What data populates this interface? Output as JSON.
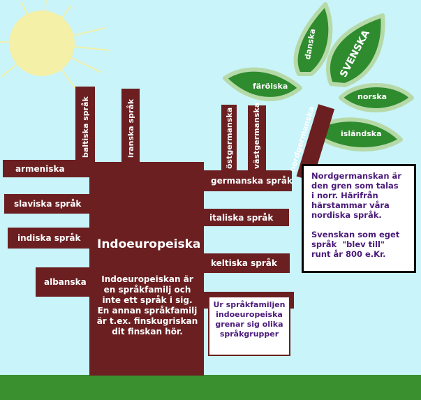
{
  "colors": {
    "sky": "#c8f4fa",
    "ground": "#3a8f2f",
    "tree": "#6b1f21",
    "leaf": "#2e8b2e",
    "sun": "#f4f0a8",
    "text_purple": "#4a1a7a"
  },
  "trunk": {
    "title": "Indoeuropeiska",
    "description": [
      "Indoeuropeiskan är",
      "en språkfamilj och",
      "inte ett språk i sig.",
      "En annan språkfamilj",
      "är t.ex. finskugriskan",
      "dit finskan hör."
    ]
  },
  "branches_left": [
    "armeniska",
    "slaviska språk",
    "indiska språk",
    "albanska"
  ],
  "branches_top": [
    "baltiska språk",
    "iranska språk"
  ],
  "branches_right": [
    "germanska språk",
    "italiska språk",
    "keltiska språk"
  ],
  "germanic_branches": [
    "östgermanska",
    "västgermanska",
    "nordgermanska"
  ],
  "leaves": [
    "danska",
    "SVENSKA",
    "färöiska",
    "norska",
    "isländska"
  ],
  "info_box": {
    "paragraph1": [
      "Nordgermanskan är",
      "den gren som talas",
      "i norr. Härifrån",
      "härstammar våra",
      "nordiska språk."
    ],
    "paragraph2": [
      "Svenskan som eget",
      "språk  \"blev till\"",
      "runt år 800 e.Kr."
    ]
  },
  "small_box": [
    "Ur språkfamiljen",
    "indoeuropeiska",
    "grenar sig olika",
    "språkgrupper"
  ]
}
